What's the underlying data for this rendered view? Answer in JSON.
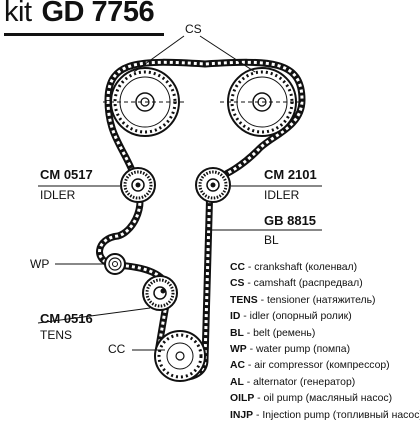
{
  "header": {
    "kit_word": "kit",
    "kit_code": "GD 7756"
  },
  "labels": {
    "cs": "CS",
    "cm0517_code": "CM 0517",
    "cm0517_role": "IDLER",
    "cm2101_code": "CM 2101",
    "cm2101_role": "IDLER",
    "gb8815_code": "GB 8815",
    "gb8815_role": "BL",
    "wp": "WP",
    "cm0516_code": "CM 0516",
    "cm0516_role": "TENS",
    "cc": "CC"
  },
  "legend": [
    {
      "abbr": "CC",
      "text": " - crankshaft (коленвал)"
    },
    {
      "abbr": "CS",
      "text": " - camshaft (распредвал)"
    },
    {
      "abbr": "TENS",
      "text": " - tensioner (натяжитель)"
    },
    {
      "abbr": "ID",
      "text": " - idler (опорный ролик)"
    },
    {
      "abbr": "BL",
      "text": " - belt (ремень)"
    },
    {
      "abbr": "WP",
      "text": " - water pump (помпа)"
    },
    {
      "abbr": "AC",
      "text": " - air compressor (компрессор)"
    },
    {
      "abbr": "AL",
      "text": " - alternator (генератор)"
    },
    {
      "abbr": "OILP",
      "text": " - oil pump (масляный насос)"
    },
    {
      "abbr": "INJP",
      "text": " - Injection pump (топливный насос)"
    }
  ]
}
